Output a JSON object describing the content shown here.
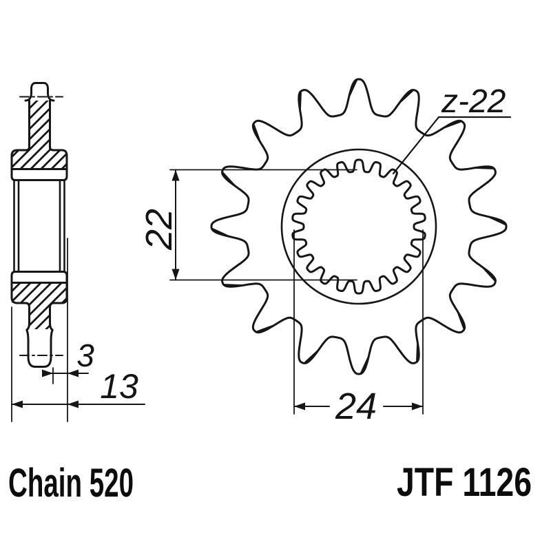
{
  "labels": {
    "chain": "Chain 520",
    "part_number": "JTF 1126"
  },
  "dimensions": {
    "spline_count": "z-22",
    "spline_minor_diameter": "22",
    "spline_major_diameter": "24",
    "plate_thickness": "3",
    "hub_width": "13"
  },
  "drawing": {
    "outer_teeth": 16,
    "spline_teeth": 22,
    "line_color": "#161616",
    "background_color": "#ffffff"
  }
}
